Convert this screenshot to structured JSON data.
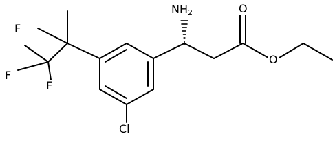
{
  "molecule": {
    "atoms": {
      "nh2": {
        "symbol": "NH",
        "subscript": "2"
      },
      "o_carbonyl": {
        "symbol": "O"
      },
      "o_ester": {
        "symbol": "O"
      },
      "cl": {
        "symbol": "Cl"
      },
      "f1": {
        "symbol": "F"
      },
      "f2": {
        "symbol": "F"
      },
      "f3": {
        "symbol": "F"
      }
    }
  }
}
